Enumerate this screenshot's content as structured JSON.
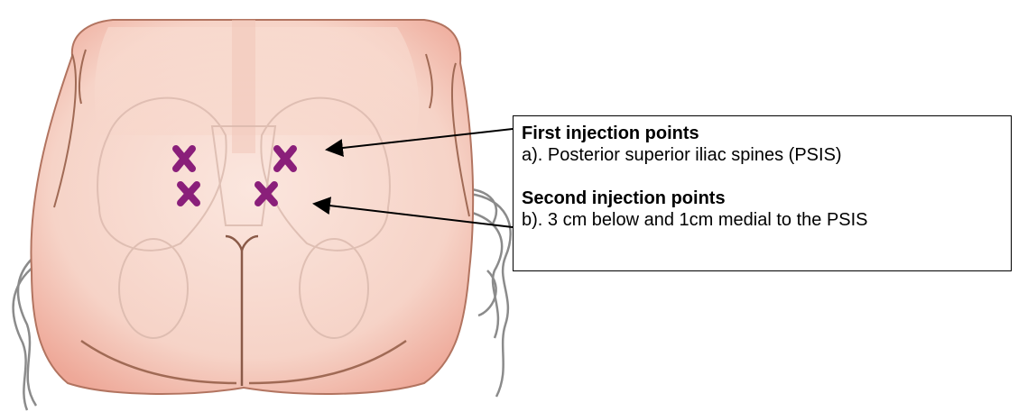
{
  "callouts": {
    "first": {
      "heading": "First injection points",
      "detail": "a). Posterior superior iliac spines (PSIS)"
    },
    "second": {
      "heading": "Second injection points",
      "detail": "b). 3 cm below and 1cm medial to the PSIS"
    }
  },
  "colors": {
    "marker": "#8a1f7a",
    "skin": "#f8d9ce",
    "outline": "#a06a55"
  },
  "markers": {
    "icon": "cross-mark-icon",
    "count": 4
  }
}
